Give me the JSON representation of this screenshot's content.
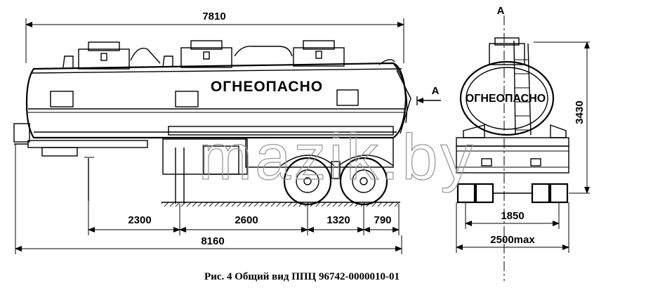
{
  "side_view": {
    "overall_length_top": "7810",
    "tank_label": "ОГНЕОПАСНО",
    "dim_kingpin": "2300",
    "dim_wheelbase_front": "2600",
    "dim_axle_spacing": "1320",
    "dim_rear_overhang": "790",
    "overall_length_bottom": "8160"
  },
  "view_marker": "А",
  "rear_view": {
    "view_marker": "А",
    "tank_label": "ОГНЕОПАСНО",
    "height": "3430",
    "track_width": "1850",
    "overall_width": "2500max"
  },
  "watermark": "mazik.by",
  "caption": "Рис. 4 Общий вид ППЦ 96742-0000010-01"
}
